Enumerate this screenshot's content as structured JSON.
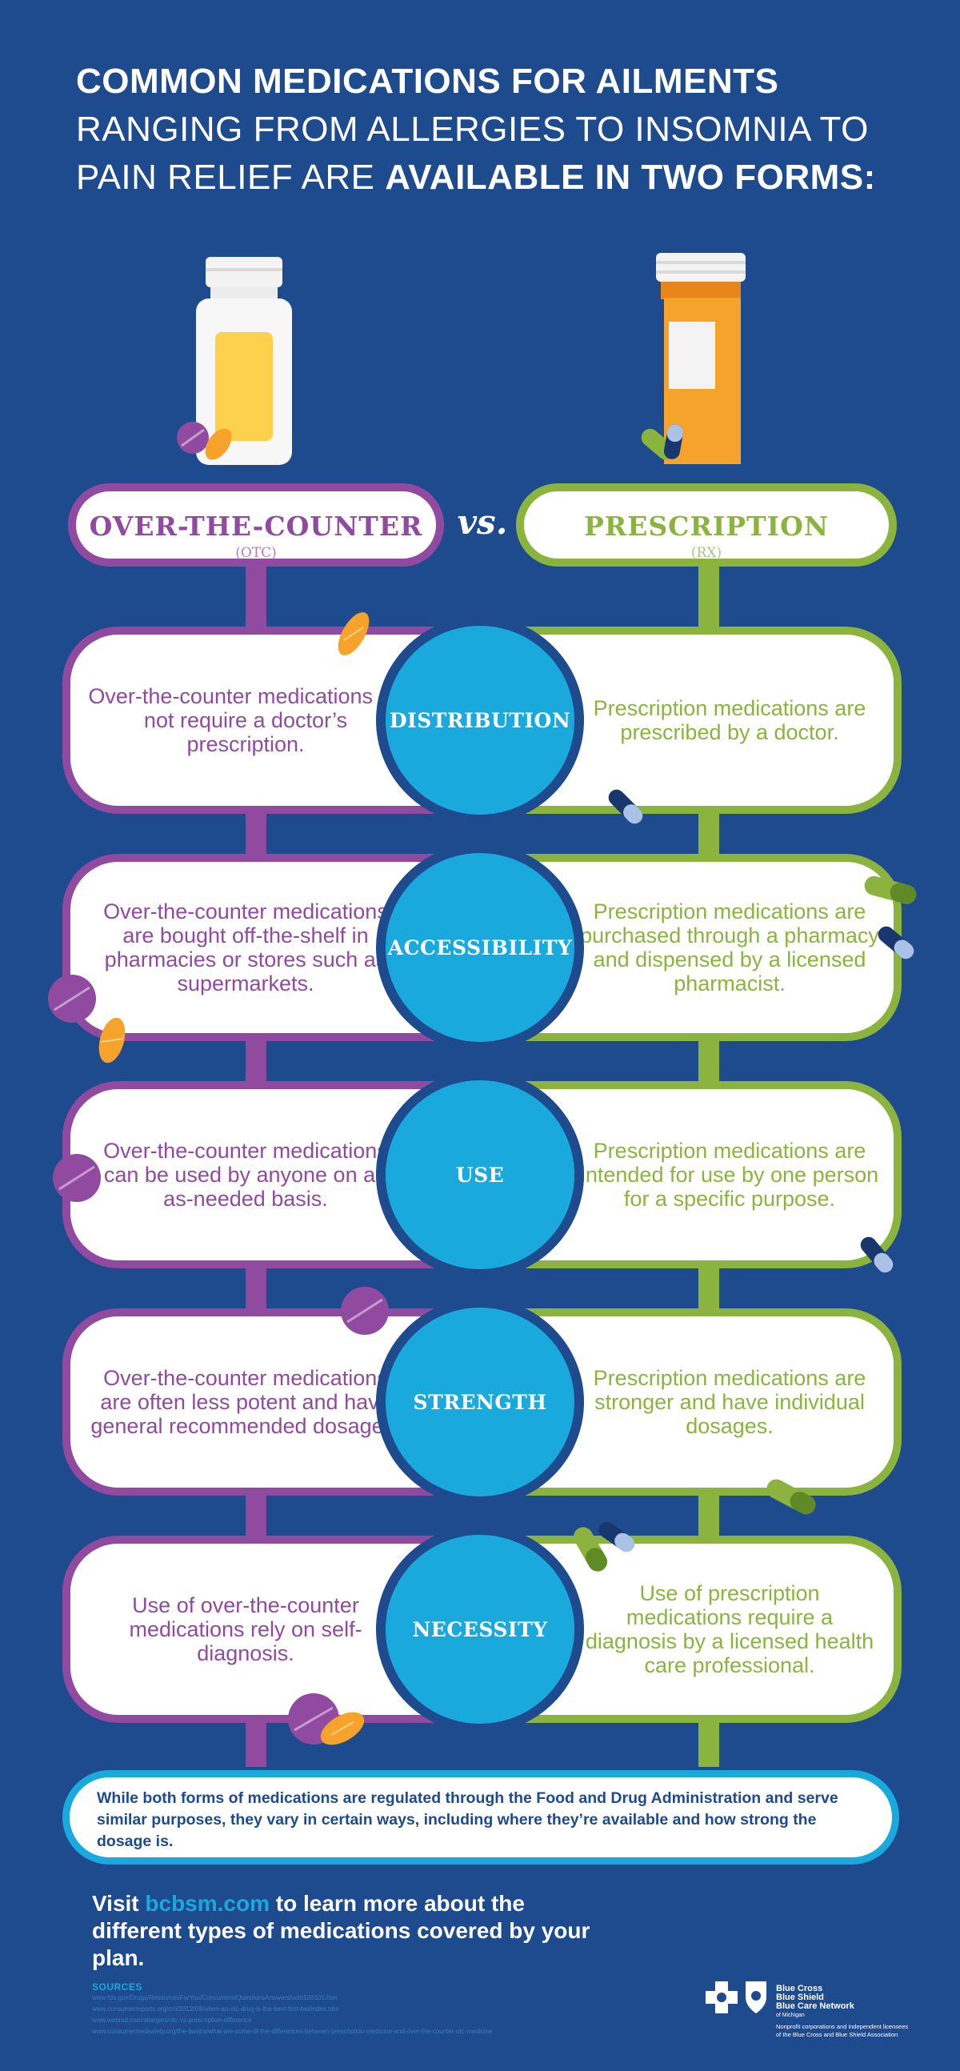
{
  "title": {
    "line1": "COMMON MEDICATIONS FOR AILMENTS",
    "line2": "RANGING FROM ALLERGIES TO INSOMNIA TO",
    "line3_regular": "PAIN RELIEF ARE ",
    "line3_bold": "AVAILABLE IN TWO FORMS:"
  },
  "otc": {
    "title": "OVER-THE-COUNTER",
    "subtitle": "(OTC)"
  },
  "vs": "vs.",
  "rx": {
    "title": "PRESCRIPTION",
    "subtitle": "(RX)"
  },
  "rows": [
    {
      "label": "DISTRIBUTION",
      "otc": "Over-the-counter medications do not require a doctor’s prescription.",
      "rx": "Prescription medications are prescribed by a doctor."
    },
    {
      "label": "ACCESSIBILITY",
      "otc": "Over-the-counter medications are bought off-the-shelf in pharmacies or stores such as supermarkets.",
      "rx": "Prescription medications are purchased through a pharmacy and dispensed by a licensed pharmacist."
    },
    {
      "label": "USE",
      "otc": "Over-the-counter medications can be used by anyone on an as-needed basis.",
      "rx": "Prescription medications are intended for use by one person for a specific purpose."
    },
    {
      "label": "STRENGTH",
      "otc": "Over-the-counter medications are often less potent and have general recommended dosages.",
      "rx": "Prescription medications are stronger and have individual dosages."
    },
    {
      "label": "NECESSITY",
      "otc": "Use of over-the-counter medications rely on self-diagnosis.",
      "rx": "Use of prescription medications require a diagnosis by a licensed health care professional."
    }
  ],
  "note": "While both forms of medications are regulated through the Food and Drug Administration and serve similar purposes, they vary in certain ways, including where they’re available and how strong the dosage is.",
  "visit": {
    "prefix": "Visit ",
    "link": "bcbsm.com",
    "suffix": " to learn more about the different types of medications covered by your plan."
  },
  "sources": {
    "title": "SOURCES",
    "lines": [
      "www.fda.gov/Drugs/ResourcesForYou/Consumers/QuestionsAnswers/ucm100101.htm",
      "www.consumerreports.org/cro/2012/09/when-an-otc-drug-is-the-best-first-bet/index.htm",
      "www.webmd.com/allergies/otc-vs-prescription-difference",
      "www.consumermedsafety.org/the-basics/what-are-some-of-the-differences-between-prescription-medicine-and-over-the-counter-otc-medicine"
    ]
  },
  "brand": {
    "names": [
      "Blue Cross",
      "Blue Shield",
      "Blue Care Network"
    ],
    "of": "of Michigan",
    "sub": "Nonprofit corporations and independent licensees of the Blue Cross and Blue Shield Association"
  },
  "colors": {
    "background": "#1e4a8e",
    "otc": "#904ba0",
    "rx": "#8ab43d",
    "accent": "#1aa9dd",
    "capsule_orange": "#f5a32a"
  }
}
